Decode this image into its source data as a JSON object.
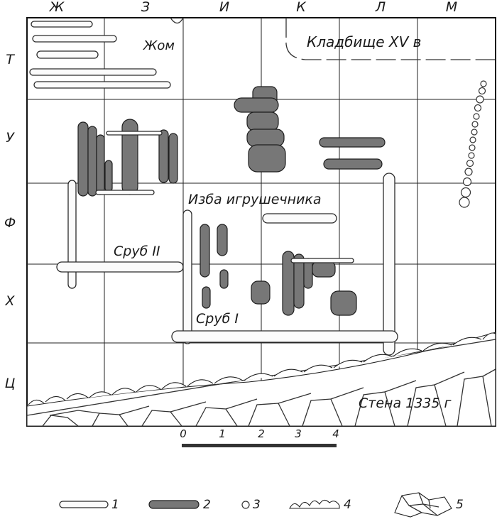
{
  "columns": [
    "Ж",
    "З",
    "И",
    "К",
    "Л",
    "М"
  ],
  "rows": [
    "Т",
    "У",
    "Ф",
    "Х",
    "Ц"
  ],
  "labels": {
    "zhom": "Жом",
    "cemetery": "Кладбище XV в",
    "izba": "Изба игрушечника",
    "srub2": "Сруб II",
    "srub1": "Сруб I",
    "wall": "Стена 1335 г"
  },
  "scale": {
    "ticks": [
      "0",
      "1",
      "2",
      "3",
      "4"
    ]
  },
  "legend": [
    {
      "symbol": "log-outline",
      "number": "1"
    },
    {
      "symbol": "log-hatched",
      "number": "2"
    },
    {
      "symbol": "ring",
      "number": "3"
    },
    {
      "symbol": "stone-row",
      "number": "4"
    },
    {
      "symbol": "stone-paving",
      "number": "5"
    }
  ]
}
